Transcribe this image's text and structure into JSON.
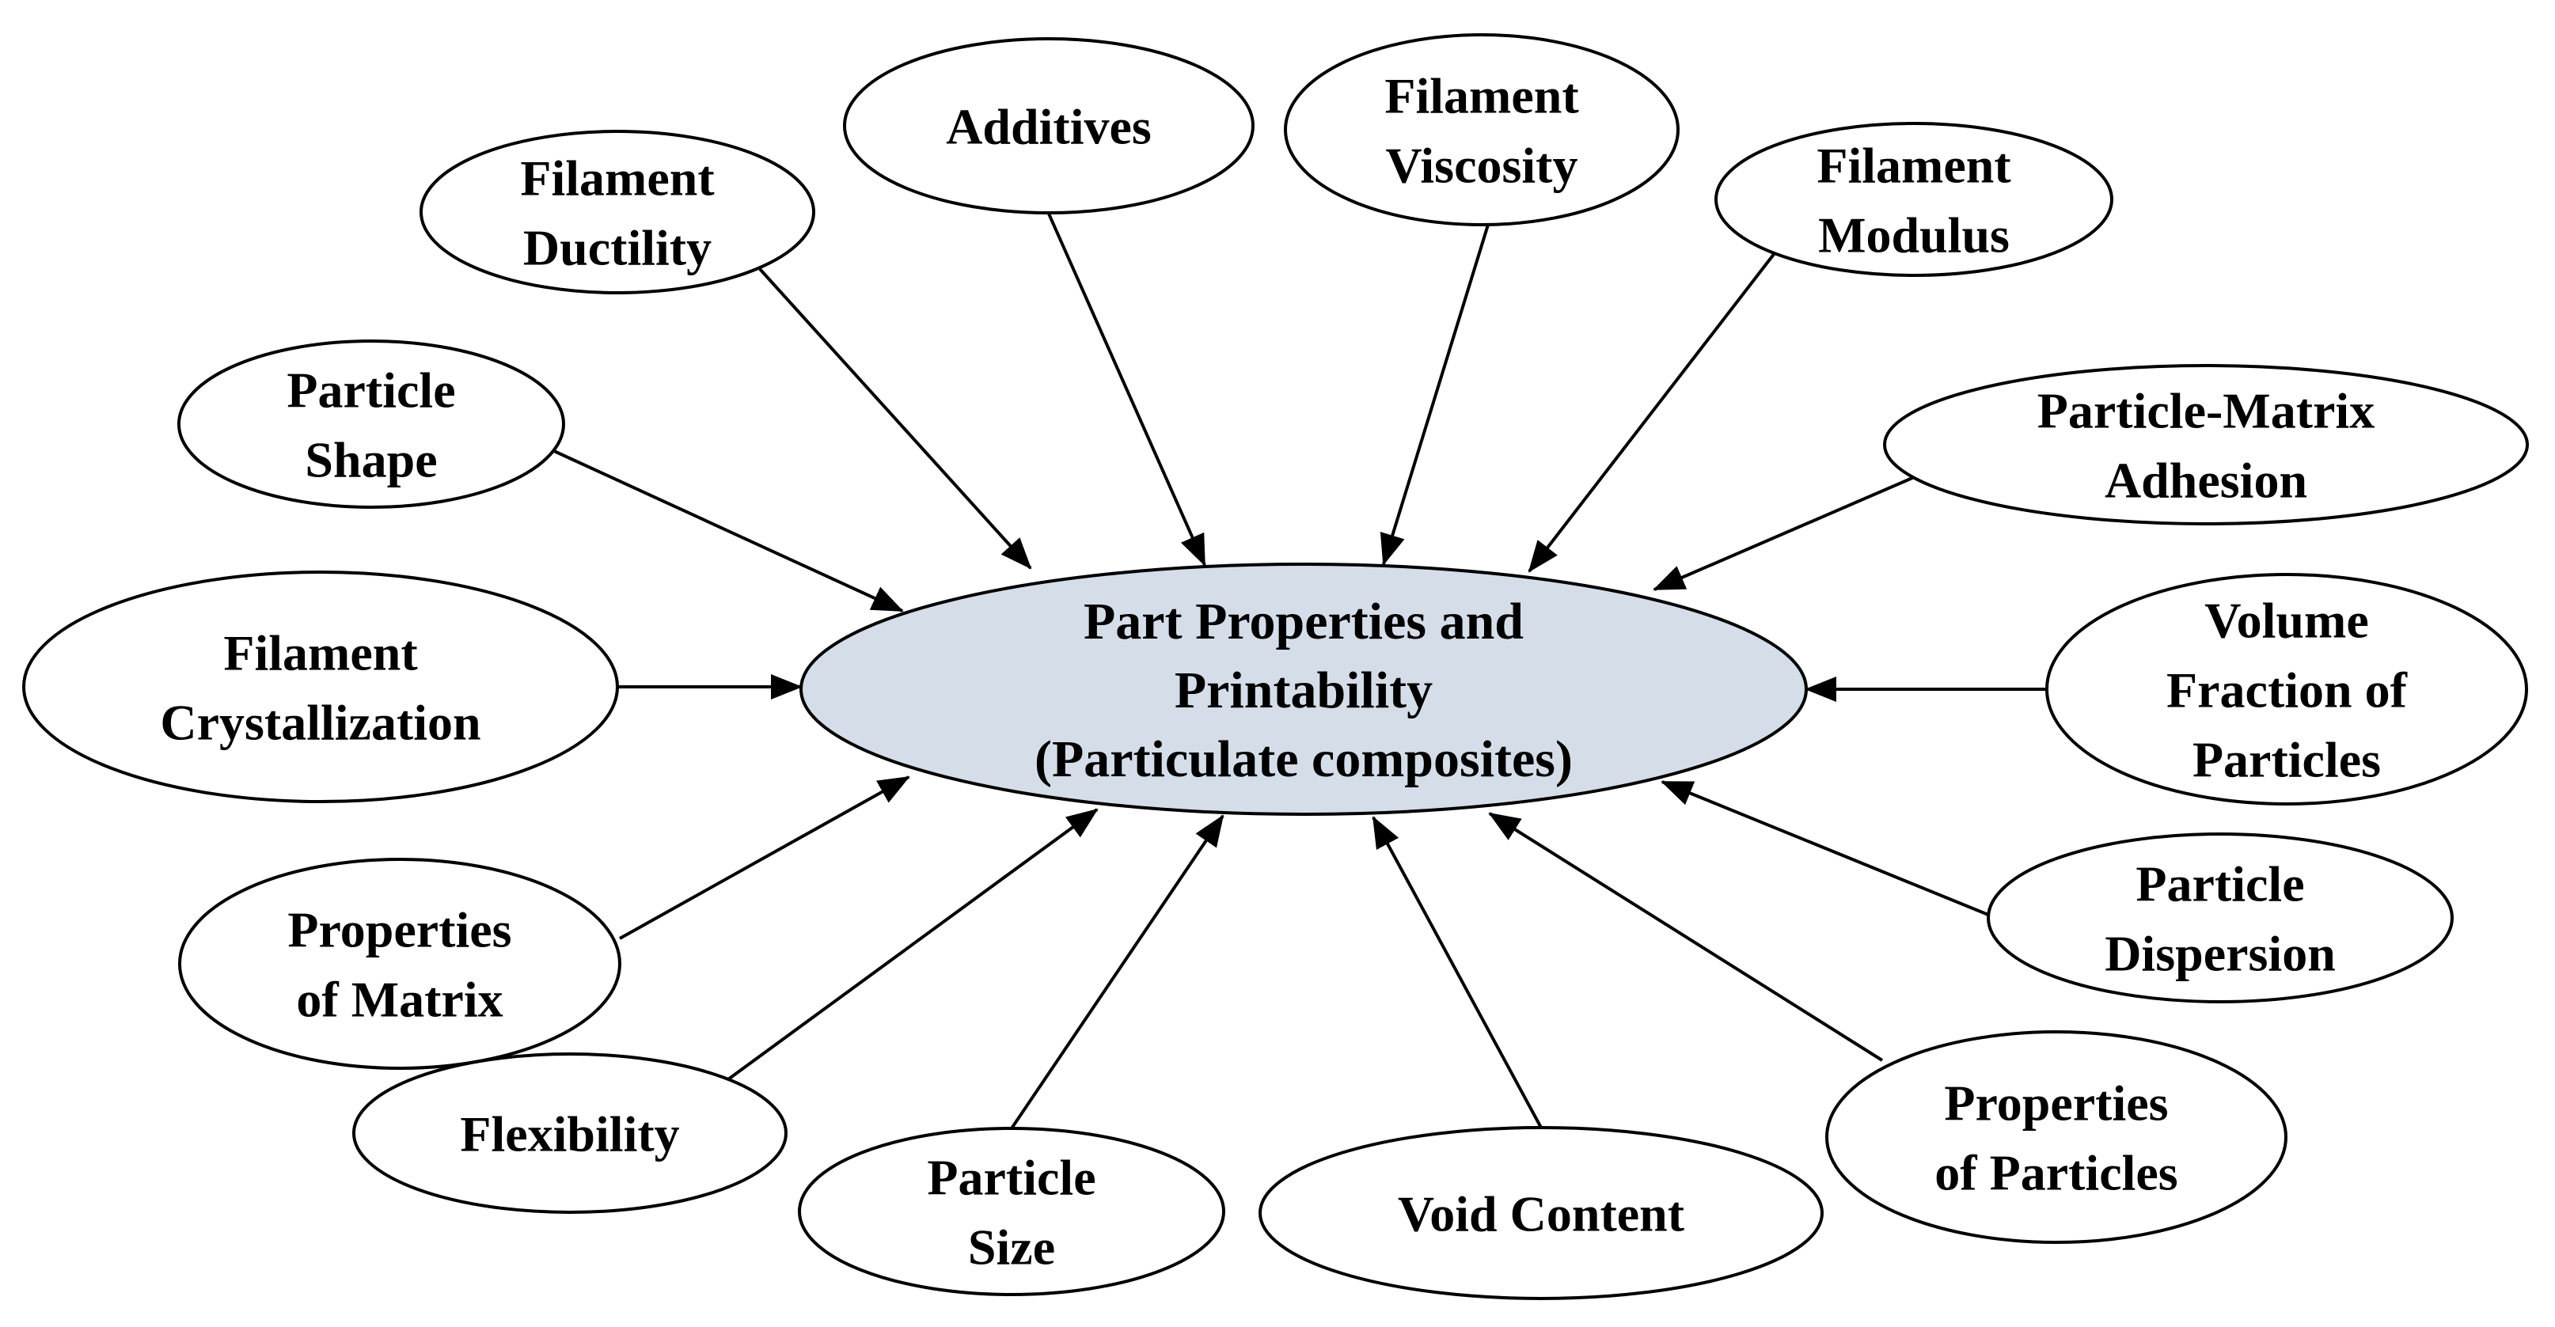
{
  "colors": {
    "central_fill": "#d5dde8",
    "node_fill": "#ffffff",
    "stroke": "#000000"
  },
  "central": {
    "lines": [
      "Part Properties and",
      "Printability",
      "(Particulate composites)"
    ]
  },
  "factors": [
    {
      "id": "filament-ductility",
      "lines": [
        "Filament",
        "Ductility"
      ]
    },
    {
      "id": "additives",
      "lines": [
        "Additives"
      ]
    },
    {
      "id": "filament-viscosity",
      "lines": [
        "Filament",
        "Viscosity"
      ]
    },
    {
      "id": "filament-modulus",
      "lines": [
        "Filament",
        "Modulus"
      ]
    },
    {
      "id": "particle-shape",
      "lines": [
        "Particle",
        "Shape"
      ]
    },
    {
      "id": "particle-matrix-adhesion",
      "lines": [
        "Particle-Matrix",
        "Adhesion"
      ]
    },
    {
      "id": "filament-crystallization",
      "lines": [
        "Filament",
        "Crystallization"
      ]
    },
    {
      "id": "volume-fraction-of-particles",
      "lines": [
        "Volume",
        "Fraction of",
        "Particles"
      ]
    },
    {
      "id": "properties-of-matrix",
      "lines": [
        "Properties",
        "of Matrix"
      ]
    },
    {
      "id": "particle-dispersion",
      "lines": [
        "Particle",
        "Dispersion"
      ]
    },
    {
      "id": "flexibility",
      "lines": [
        "Flexibility"
      ]
    },
    {
      "id": "properties-of-particles",
      "lines": [
        "Properties",
        "of Particles"
      ]
    },
    {
      "id": "particle-size",
      "lines": [
        "Particle",
        "Size"
      ]
    },
    {
      "id": "void-content",
      "lines": [
        "Void Content"
      ]
    }
  ]
}
